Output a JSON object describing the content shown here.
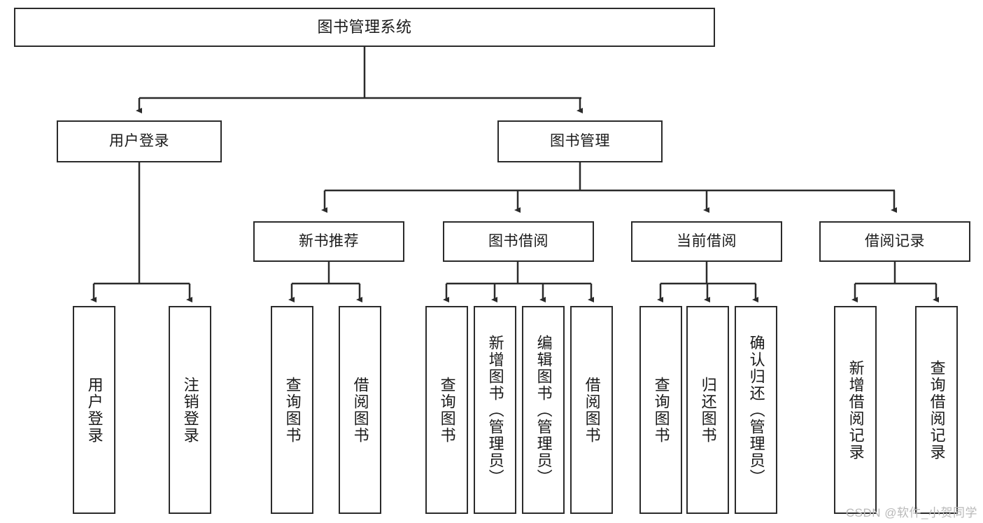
{
  "diagram": {
    "title": "图书管理系统",
    "watermark": "CSDN @软件_小贺同学",
    "colors": {
      "stroke": "#2b2b2b",
      "fill": "#ffffff",
      "text": "#1a1a1a",
      "watermark": "#b9b9b9"
    },
    "nodes": {
      "root": {
        "label": "图书管理系统"
      },
      "level2": [
        {
          "label": "用户登录"
        },
        {
          "label": "图书管理"
        }
      ],
      "level3": [
        {
          "label": "新书推荐"
        },
        {
          "label": "图书借阅"
        },
        {
          "label": "当前借阅"
        },
        {
          "label": "借阅记录"
        }
      ],
      "leaves": {
        "user_login": [
          {
            "label": "用户登录"
          },
          {
            "label": "注销登录"
          }
        ],
        "new_book_rec": [
          {
            "label": "查询图书"
          },
          {
            "label": "借阅图书"
          }
        ],
        "book_borrow": [
          {
            "label": "查询图书"
          },
          {
            "label": "新增图书（管理员）"
          },
          {
            "label": "编辑图书（管理员）"
          },
          {
            "label": "借阅图书"
          }
        ],
        "current_borrow": [
          {
            "label": "查询图书"
          },
          {
            "label": "归还图书"
          },
          {
            "label": "确认归还（管理员）"
          }
        ],
        "borrow_record": [
          {
            "label": "新增借阅记录"
          },
          {
            "label": "查询借阅记录"
          }
        ]
      }
    }
  }
}
